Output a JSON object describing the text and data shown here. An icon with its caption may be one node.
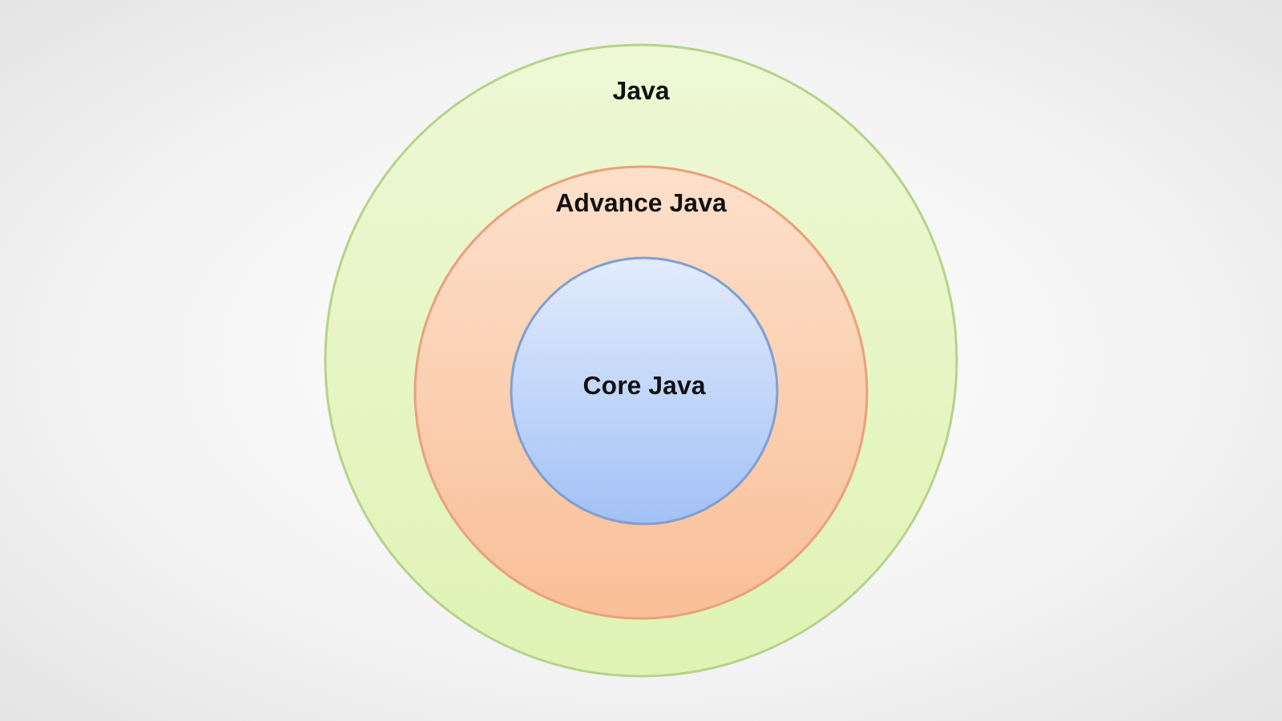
{
  "diagram": {
    "nodes": [
      {
        "text": [
          "Java"
        ]
      },
      {
        "text": [
          "Advance Java"
        ],
        "in": 0
      },
      {
        "text": [
          "Core Java"
        ],
        "in": 1
      }
    ]
  }
}
